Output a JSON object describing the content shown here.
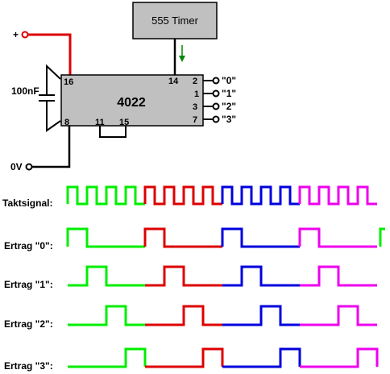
{
  "timer": {
    "label": "555 Timer"
  },
  "chip": {
    "label": "4022",
    "pins": {
      "p16": "16",
      "p8": "8",
      "p14": "14",
      "p11": "11",
      "p15": "15",
      "p2": "2",
      "p1": "1",
      "p3": "3",
      "p7": "7"
    }
  },
  "outputs": [
    "\"0\"",
    "\"1\"",
    "\"2\"",
    "\"3\""
  ],
  "supply": {
    "plus": "+",
    "zero": "0V"
  },
  "capacitor": {
    "label": "100nF"
  },
  "signals": {
    "clock_label": "Taktsignal:",
    "outputs": [
      {
        "label": "Ertrag \"0\":",
        "offset": 0
      },
      {
        "label": "Ertrag \"1\":",
        "offset": 1
      },
      {
        "label": "Ertrag \"2\":",
        "offset": 2
      },
      {
        "label": "Ertrag \"3\":",
        "offset": 3
      }
    ],
    "colors": [
      "#00ee00",
      "#dd0000",
      "#0000dd",
      "#ee00ee"
    ]
  }
}
